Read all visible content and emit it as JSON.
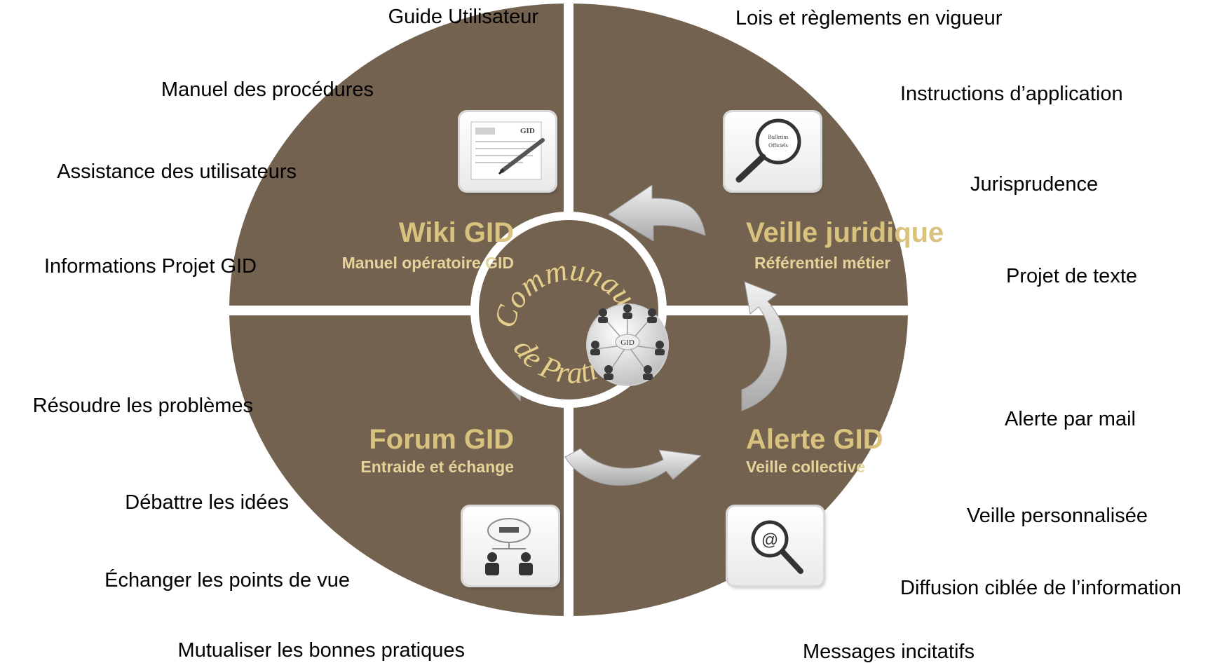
{
  "left_labels": [
    "Guide Utilisateur",
    "Manuel des procédures",
    "Assistance des utilisateurs",
    "Informations Projet GID",
    "Résoudre les problèmes",
    "Débattre les idées",
    "Échanger les points de vue",
    "Mutualiser les bonnes pratiques"
  ],
  "right_labels": [
    "Lois et règlements en vigueur",
    "Instructions d’application",
    "Jurisprudence",
    "Projet de texte",
    "Alerte par mail",
    "Veille personnalisée",
    "Diffusion ciblée de l’information",
    "Messages incitatifs"
  ],
  "quadrants": {
    "wiki": {
      "title": "Wiki GID",
      "subtitle": "Manuel opératoire GID",
      "icon": "document-pen-icon",
      "icon_text": "GID"
    },
    "veille": {
      "title": "Veille juridique",
      "subtitle": "Référentiel métier",
      "icon": "magnifier-bulletin-icon",
      "icon_text_1": "Bulletins",
      "icon_text_2": "Officiels"
    },
    "forum": {
      "title": "Forum GID",
      "subtitle": "Entraide et échange",
      "icon": "discussion-cloud-icon"
    },
    "alerte": {
      "title": "Alerte GID",
      "subtitle": "Veille collective",
      "icon": "email-search-icon",
      "icon_text": "@"
    }
  },
  "center": {
    "arc_top": "Communauté",
    "arc_bottom": "de Pratique",
    "hub_label": "GID",
    "icon": "people-network-icon"
  },
  "colors": {
    "quadrant": "#736250",
    "title_gold": "#d9c27e",
    "center_ring": "#736250",
    "center_text": "#e6cf8a",
    "arrow_silver": "#cfcfcf"
  }
}
